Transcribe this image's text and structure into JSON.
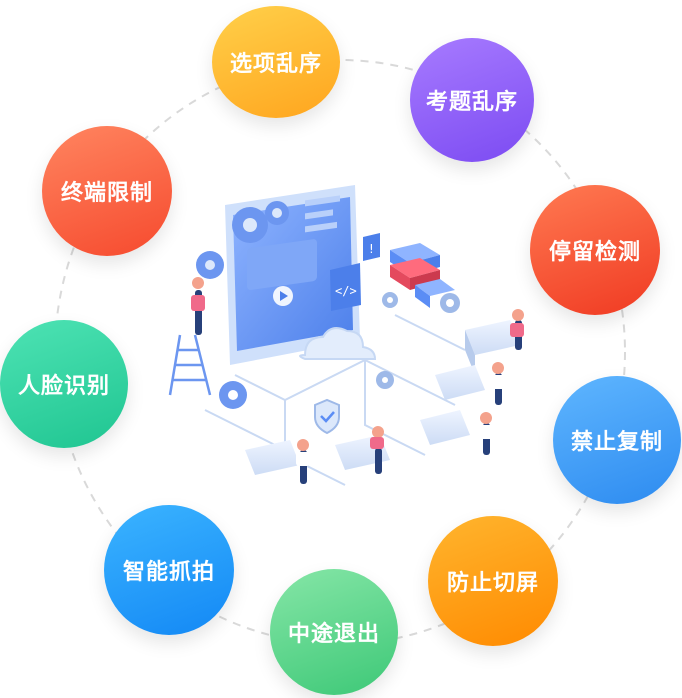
{
  "features": [
    {
      "id": "shuffle-options",
      "label": "选项乱序",
      "color_from": "#FFD04A",
      "color_to": "#FFA51E"
    },
    {
      "id": "shuffle-questions",
      "label": "考题乱序",
      "color_from": "#A77BFF",
      "color_to": "#7C4BF2"
    },
    {
      "id": "pause-detection",
      "label": "停留检测",
      "color_from": "#FF7A52",
      "color_to": "#F03A22"
    },
    {
      "id": "no-copy",
      "label": "禁止复制",
      "color_from": "#5FB6FF",
      "color_to": "#2D8BF0"
    },
    {
      "id": "no-screen-switch",
      "label": "防止切屏",
      "color_from": "#FFB52E",
      "color_to": "#FF8A00"
    },
    {
      "id": "quit-midway",
      "label": "中途退出",
      "color_from": "#86E6A7",
      "color_to": "#3DC877"
    },
    {
      "id": "smart-capture",
      "label": "智能抓拍",
      "color_from": "#3BB4FF",
      "color_to": "#1388F5"
    },
    {
      "id": "face-recognition",
      "label": "人脸识别",
      "color_from": "#4EE3B4",
      "color_to": "#1FC591"
    },
    {
      "id": "device-limit",
      "label": "终端限制",
      "color_from": "#FF8560",
      "color_to": "#F64A2E"
    }
  ],
  "colors": {
    "ring": "#D9D9D9",
    "illustration_primary": "#5B8DF5",
    "illustration_light": "#DCE8FB"
  }
}
